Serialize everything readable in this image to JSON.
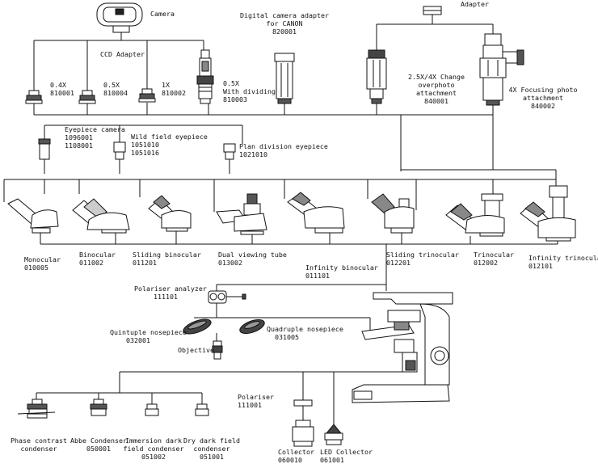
{
  "labels": {
    "camera": "Camera",
    "ccd_adapter": "CCD Adapter",
    "dca_1": "Digital camera adapter",
    "dca_2": "for CANON",
    "dca_3": "820001",
    "adapter": "Adapter",
    "a04_1": "0.4X",
    "a04_2": "810001",
    "a05_1": "0.5X",
    "a05_2": "810004",
    "a1_1": "1X",
    "a1_2": "810002",
    "a05d_1": "0.5X",
    "a05d_2": "With dividing",
    "a05d_3": "810003",
    "chg_1": "2.5X/4X Change",
    "chg_2": "overphoto",
    "chg_3": "attachment",
    "chg_4": "840001",
    "foc_1": "4X Focusing photo",
    "foc_2": "attachment",
    "foc_3": "840002",
    "epc_1": "Eyepiece camera",
    "epc_2": "1096001",
    "epc_3": "1108001",
    "wfe_1": "Wild field eyepiece",
    "wfe_2": "1051010",
    "wfe_3": "1051016",
    "pde_1": "Plan division eyepiece",
    "pde_2": "1021010",
    "mono_1": "Monocular",
    "mono_2": "010005",
    "bino_1": "Binocular",
    "bino_2": "011002",
    "slb_1": "Sliding binocular",
    "slb_2": "011201",
    "dvt_1": "Dual viewing tube",
    "dvt_2": "013002",
    "ifb_1": "Infinity binocular",
    "ifb_2": "011101",
    "slt_1": "Sliding trinocular",
    "slt_2": "012201",
    "tri_1": "Trinocular",
    "tri_2": "012002",
    "ift_1": "Infinity trinocular",
    "ift_2": "012101",
    "pol_an_1": "Polariser analyzer",
    "pol_an_2": "111101",
    "qnp_1": "Quintuple nosepiece",
    "qnp_2": "032001",
    "qdp_1": "Quadruple nosepiece",
    "qdp_2": "031005",
    "objective": "Objective",
    "pol_1": "Polariser",
    "pol_2": "111001",
    "pcc_1": "Phase contrast",
    "pcc_2": "condenser",
    "abbe_1": "Abbe Condenser",
    "abbe_2": "050001",
    "idf_1": "Immersion dark",
    "idf_2": "field condenser",
    "idf_3": "051002",
    "ddf_1": "Dry dark field",
    "ddf_2": "condenser",
    "ddf_3": "051001",
    "col_1": "Collector",
    "col_2": "060010",
    "led_1": "LED Collector",
    "led_2": "061001"
  }
}
